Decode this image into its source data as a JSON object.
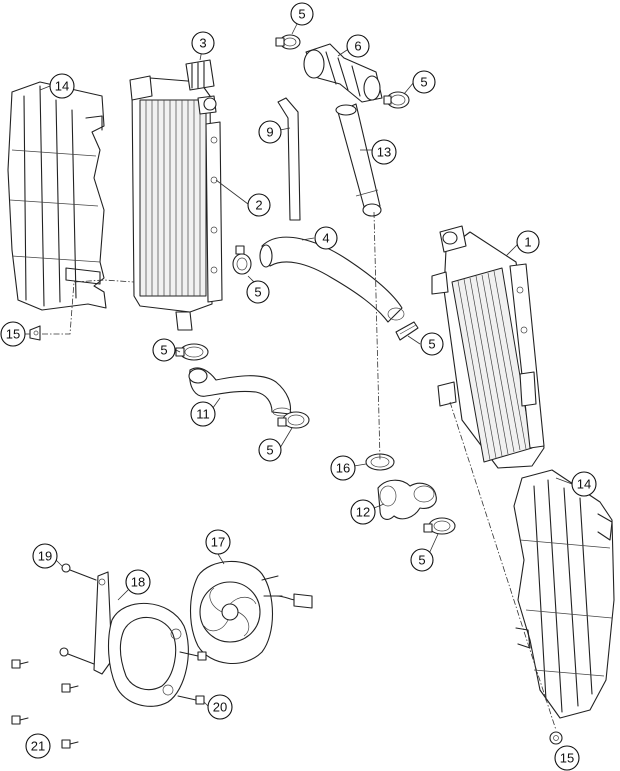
{
  "callouts": [
    {
      "id": "c-5a",
      "label": "5"
    },
    {
      "id": "c-6",
      "label": "6"
    },
    {
      "id": "c-5b",
      "label": "5"
    },
    {
      "id": "c-3",
      "label": "3"
    },
    {
      "id": "c-14a",
      "label": "14"
    },
    {
      "id": "c-9",
      "label": "9"
    },
    {
      "id": "c-13",
      "label": "13"
    },
    {
      "id": "c-2",
      "label": "2"
    },
    {
      "id": "c-4",
      "label": "4"
    },
    {
      "id": "c-1",
      "label": "1"
    },
    {
      "id": "c-5c",
      "label": "5"
    },
    {
      "id": "c-15a",
      "label": "15"
    },
    {
      "id": "c-5d",
      "label": "5"
    },
    {
      "id": "c-5e",
      "label": "5"
    },
    {
      "id": "c-11",
      "label": "11"
    },
    {
      "id": "c-5f",
      "label": "5"
    },
    {
      "id": "c-16",
      "label": "16"
    },
    {
      "id": "c-14b",
      "label": "14"
    },
    {
      "id": "c-12",
      "label": "12"
    },
    {
      "id": "c-5g",
      "label": "5"
    },
    {
      "id": "c-17",
      "label": "17"
    },
    {
      "id": "c-19",
      "label": "19"
    },
    {
      "id": "c-18",
      "label": "18"
    },
    {
      "id": "c-20",
      "label": "20"
    },
    {
      "id": "c-21",
      "label": "21"
    },
    {
      "id": "c-15b",
      "label": "15"
    }
  ]
}
